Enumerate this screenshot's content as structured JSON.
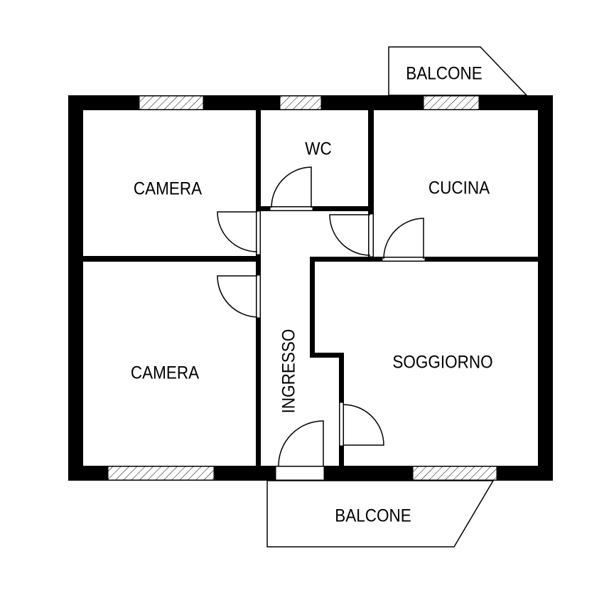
{
  "plan": {
    "rooms": {
      "camera_top": "CAMERA",
      "wc": "WC",
      "cucina": "CUCINA",
      "camera_bottom": "CAMERA",
      "soggiorno": "SOGGIORNO",
      "ingresso": "INGRESSO",
      "balcone_top": "BALCONE",
      "balcone_bottom": "BALCONE"
    },
    "colors": {
      "wall": "#000000",
      "background": "#ffffff"
    }
  }
}
